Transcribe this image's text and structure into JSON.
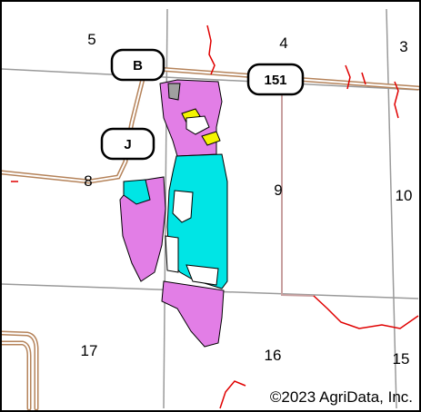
{
  "map": {
    "sections": [
      {
        "id": "s5",
        "label": "5"
      },
      {
        "id": "s4",
        "label": "4"
      },
      {
        "id": "s3",
        "label": "3"
      },
      {
        "id": "s8",
        "label": "8"
      },
      {
        "id": "s9",
        "label": "9"
      },
      {
        "id": "s10",
        "label": "10"
      },
      {
        "id": "s17",
        "label": "17"
      },
      {
        "id": "s16",
        "label": "16"
      },
      {
        "id": "s15",
        "label": "15"
      }
    ],
    "road_shields": [
      {
        "id": "B",
        "label": "B"
      },
      {
        "id": "J",
        "label": "J"
      },
      {
        "id": "151",
        "label": "151"
      }
    ],
    "soil_colors": {
      "violet": "#e27ee6",
      "cyan": "#00e5e5",
      "yellow": "#f4f400",
      "gray": "#a0a0a0"
    },
    "road_color": "#b5835a",
    "stream_color": "#e00000",
    "copyright": "©2023 AgriData, Inc."
  }
}
